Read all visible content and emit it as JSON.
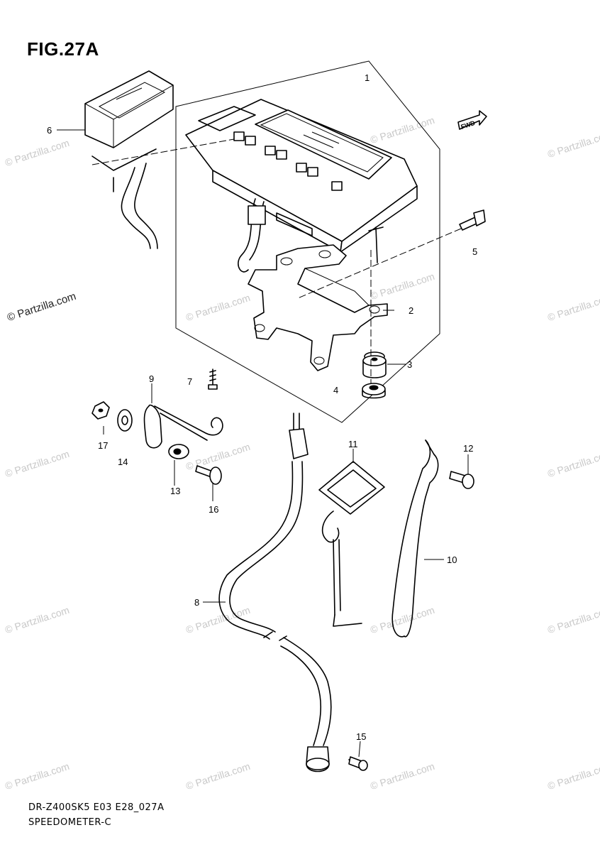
{
  "figure": {
    "title": "FIG.27A",
    "footer_line1": "DR-Z400SK5 E03 E28_027A",
    "footer_line2": "SPEEDOMETER-C",
    "front_arrow_label": "FWD"
  },
  "callouts": [
    "1",
    "2",
    "3",
    "4",
    "5",
    "6",
    "7",
    "8",
    "9",
    "10",
    "11",
    "12",
    "13",
    "14",
    "15",
    "16",
    "17"
  ],
  "watermarks": {
    "text": "© Partzilla.com"
  }
}
